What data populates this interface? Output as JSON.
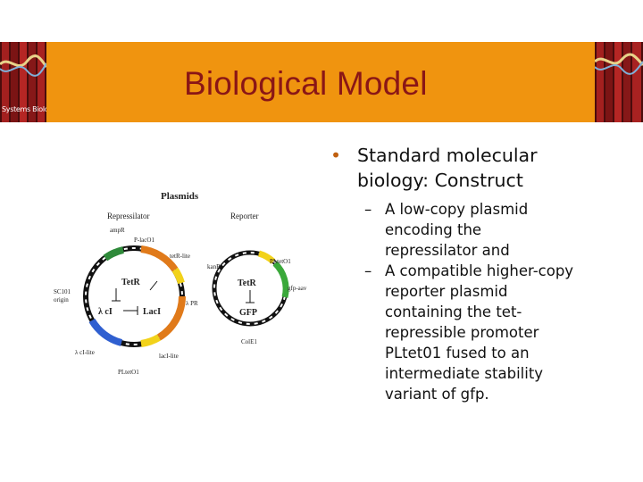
{
  "slide": {
    "title": "Biological Model",
    "logo_caption": "Systems Biology",
    "colors": {
      "header": "#f0940f",
      "title": "#8a1616",
      "bullet": "#c06010"
    }
  },
  "figure": {
    "heading": "Plasmids",
    "repressilator_label": "Repressilator",
    "reporter_label": "Reporter",
    "left": {
      "labels": {
        "amp": "ampR",
        "plac": "P-lacO1",
        "tetr_lite": "tetR-lite",
        "sc101": "SC101",
        "origin": "origin",
        "lambda_pr": "λ PR",
        "laci_lite": "lacI-lite",
        "ci_lite": "λ cI-lite",
        "ptet": "PLtetO1"
      },
      "proteins": {
        "tetr": "TetR",
        "ci": "λ cI",
        "laci": "LacI"
      }
    },
    "right": {
      "labels": {
        "kan": "kanR",
        "ptet": "PLtetO1",
        "gfp_aav": "gfp-aav",
        "cole1": "ColE1"
      },
      "proteins": {
        "tetr": "TetR",
        "gfp": "GFP"
      }
    }
  },
  "bullets": [
    {
      "text_lines": [
        "Standard molecular",
        "biology: Construct"
      ],
      "sub": [
        {
          "lines": [
            "A low-copy plasmid",
            "encoding the",
            "repressilator and"
          ]
        },
        {
          "lines": [
            "A compatible higher-copy",
            "reporter plasmid",
            "containing the tet-",
            "repressible promoter",
            "PLtet01 fused to an",
            "intermediate stability",
            "variant of gfp."
          ]
        }
      ]
    }
  ]
}
